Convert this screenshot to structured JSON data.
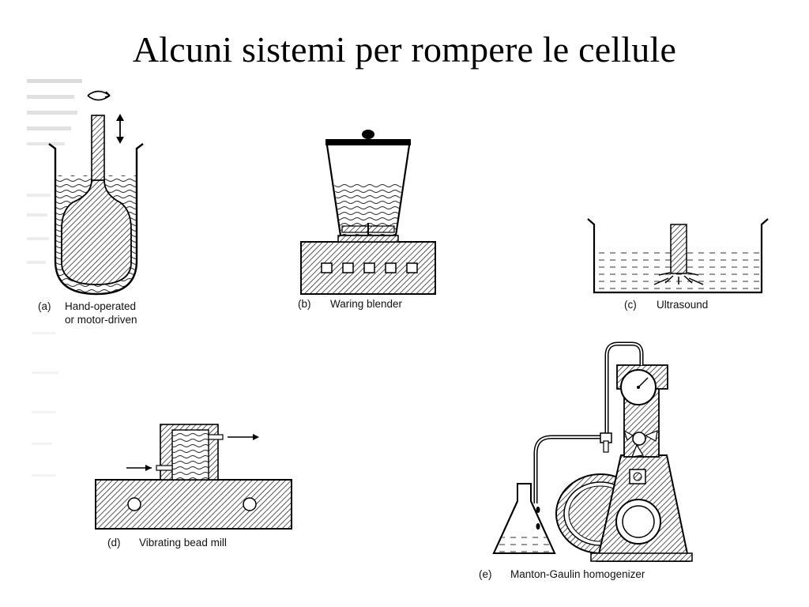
{
  "slide": {
    "title": "Alcuni sistemi per rompere le cellule"
  },
  "figures": [
    {
      "id": "a",
      "letter": "(a)",
      "caption_line1": "Hand-operated",
      "caption_line2": "or motor-driven"
    },
    {
      "id": "b",
      "letter": "(b)",
      "caption_line1": "Waring blender"
    },
    {
      "id": "c",
      "letter": "(c)",
      "caption_line1": "Ultrasound"
    },
    {
      "id": "d",
      "letter": "(d)",
      "caption_line1": "Vibrating bead mill"
    },
    {
      "id": "e",
      "letter": "(e)",
      "caption_line1": "Manton-Gaulin homogenizer"
    }
  ]
}
